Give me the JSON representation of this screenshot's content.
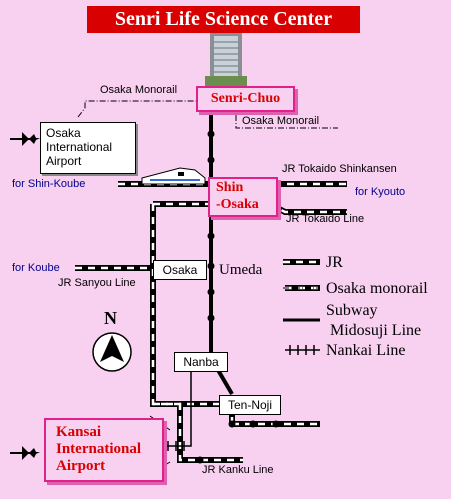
{
  "title": "Senri Life Science Center",
  "stations": {
    "senri_chuo": "Senri-Chuo",
    "shin_osaka": [
      "Shin",
      "-Osaka"
    ],
    "osaka": "Osaka",
    "umeda": "Umeda",
    "nanba": "Nanba",
    "tennoji": "Ten-Noji",
    "osaka_airport": [
      "Osaka",
      "International",
      "Airport"
    ],
    "kansai_airport": [
      "Kansai",
      "International",
      "Airport"
    ]
  },
  "line_labels": {
    "monorail_left": "Osaka Monorail",
    "monorail_right": "Osaka Monorail",
    "shinkansen": "JR Tokaido Shinkansen",
    "tokaido": "JR Tokaido Line",
    "sanyou": "JR Sanyou Line",
    "kanku": "JR Kanku Line"
  },
  "directions": {
    "shin_koube": "for Shin-Koube",
    "kyouto": "for Kyouto",
    "koube": "for Koube"
  },
  "compass": "N",
  "legend": {
    "jr": "JR",
    "monorail": "Osaka monorail",
    "subway_line1": "Subway",
    "subway_line2": "Midosuji Line",
    "nankai": "Nankai Line"
  },
  "colors": {
    "background": "#f8d0f0",
    "title_bg": "#d80000",
    "highlight_border": "#e0218a",
    "highlight_text": "#d80000",
    "direction_text": "#00008b"
  },
  "icons": [
    "airplane-icon",
    "airplane-icon",
    "shinkansen-train-icon",
    "compass-icon",
    "building-icon"
  ]
}
